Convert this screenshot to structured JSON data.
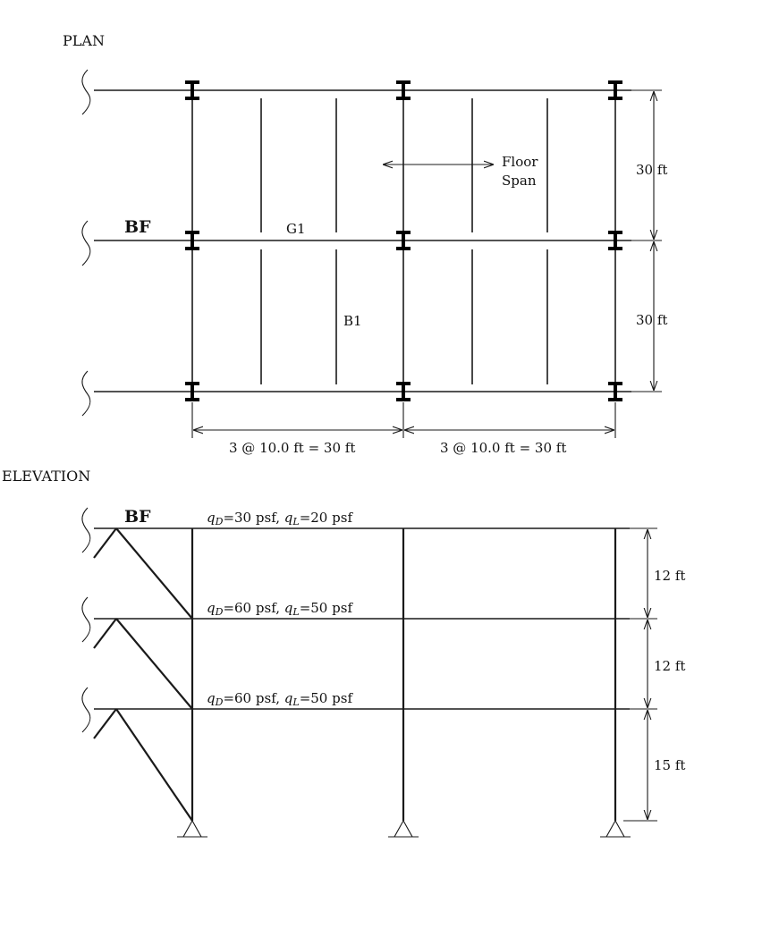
{
  "plan": {
    "title": "PLAN",
    "bf_label": "BF",
    "girder_label": "G1",
    "beam_label": "B1",
    "floor_span_line1": "Floor",
    "floor_span_line2": "Span",
    "dim_bay_upper": "30 ft",
    "dim_bay_lower": "30 ft",
    "dim_span_left": "3 @ 10.0 ft = 30 ft",
    "dim_span_right": "3 @ 10.0 ft = 30 ft"
  },
  "elevation": {
    "title": "ELEVATION",
    "bf_label": "BF",
    "levels": [
      {
        "qD": "30",
        "qL": "20",
        "unit": "psf"
      },
      {
        "qD": "60",
        "qL": "50",
        "unit": "psf"
      },
      {
        "qD": "60",
        "qL": "50",
        "unit": "psf"
      }
    ],
    "story_heights": [
      "12 ft",
      "12 ft",
      "15 ft"
    ],
    "load_symbol_dead": "q",
    "load_sub_dead": "D",
    "load_symbol_live": "q",
    "load_sub_live": "L"
  }
}
